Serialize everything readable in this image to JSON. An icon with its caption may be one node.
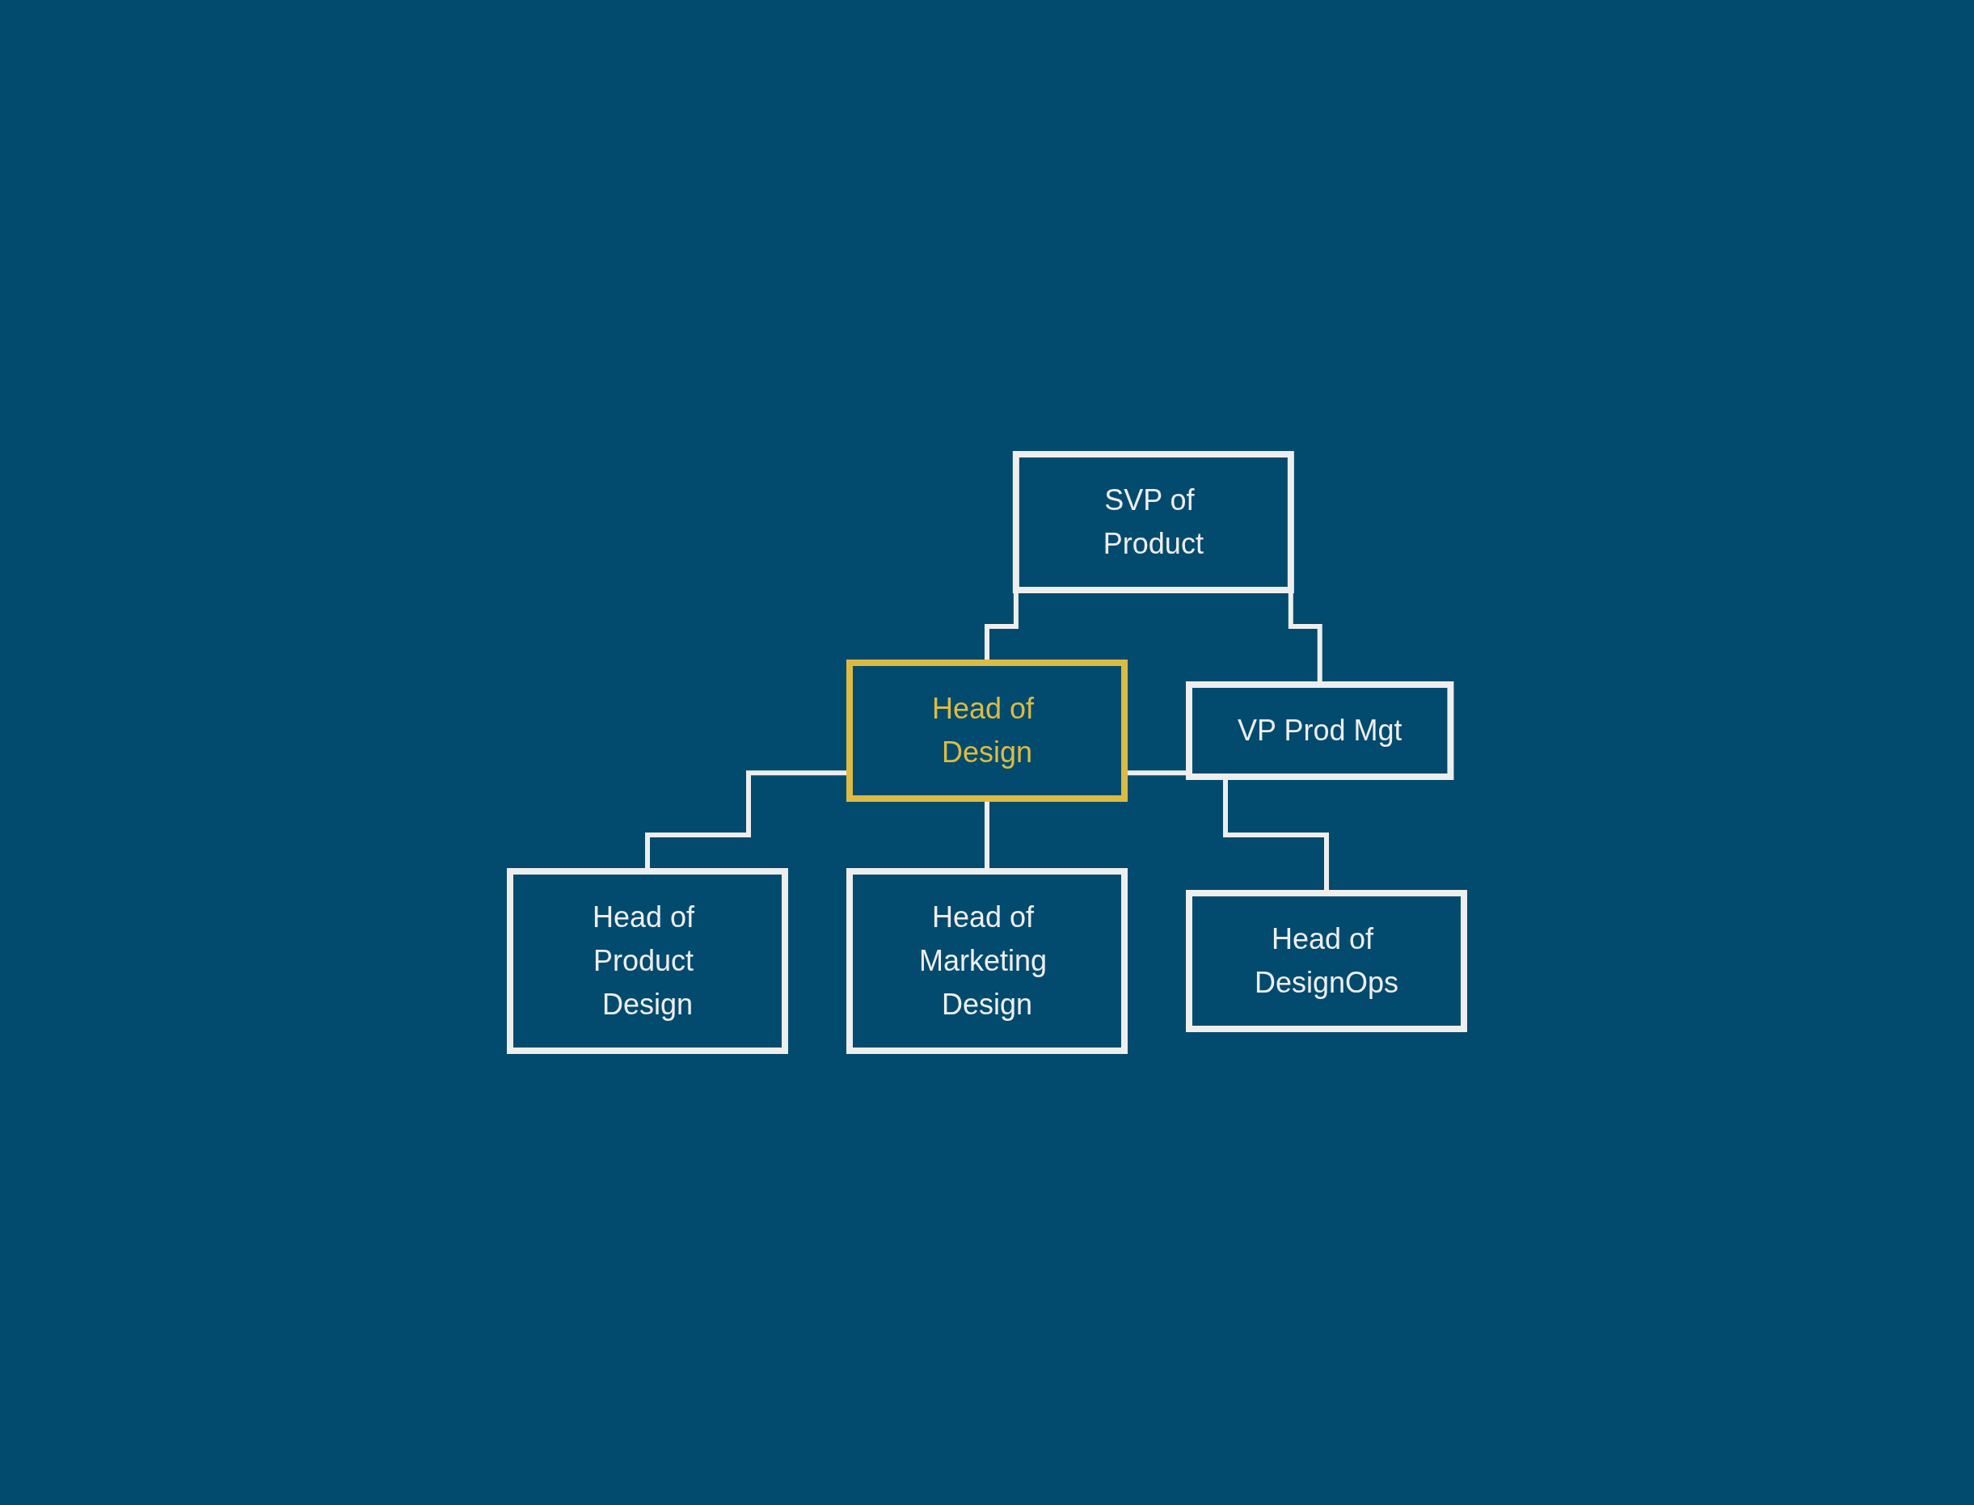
{
  "diagram": {
    "nodes": [
      {
        "text": [
          "SVP of Product"
        ]
      },
      {
        "text": [
          "Head of Design"
        ]
      },
      {
        "text": [
          "VP Prod Mgt"
        ]
      },
      {
        "text": [
          "Head of Product Design"
        ]
      },
      {
        "text": [
          "Head of Marketing Design"
        ]
      },
      {
        "text": [
          "Head of DesignOps"
        ]
      }
    ],
    "edges": [
      {
        "from": 0,
        "to": 1,
        "arrow": "none"
      },
      {
        "from": 0,
        "to": 2,
        "arrow": "none"
      },
      {
        "from": 1,
        "to": 3,
        "arrow": "none"
      },
      {
        "from": 1,
        "to": 4,
        "arrow": "none"
      },
      {
        "from": 1,
        "to": 5,
        "arrow": "none"
      }
    ]
  }
}
